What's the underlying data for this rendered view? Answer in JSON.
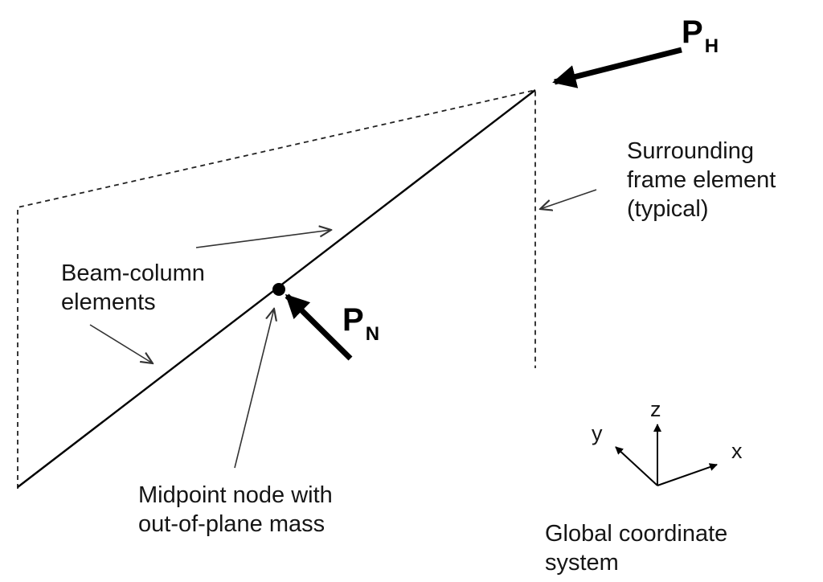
{
  "labels": {
    "beam_column": [
      "Beam-column",
      "elements"
    ],
    "surrounding": [
      "Surrounding",
      "frame element",
      "(typical)"
    ],
    "midpoint": [
      "Midpoint node with",
      "out-of-plane mass"
    ],
    "global_coords": [
      "Global coordinate",
      "system"
    ]
  },
  "forces": {
    "horizontal": {
      "main": "P",
      "sub": "H"
    },
    "normal": {
      "main": "P",
      "sub": "N"
    }
  },
  "axes": {
    "x": "x",
    "y": "y",
    "z": "z"
  },
  "colors": {
    "ink": "#000000",
    "leader": "#333333",
    "background": "#ffffff"
  }
}
